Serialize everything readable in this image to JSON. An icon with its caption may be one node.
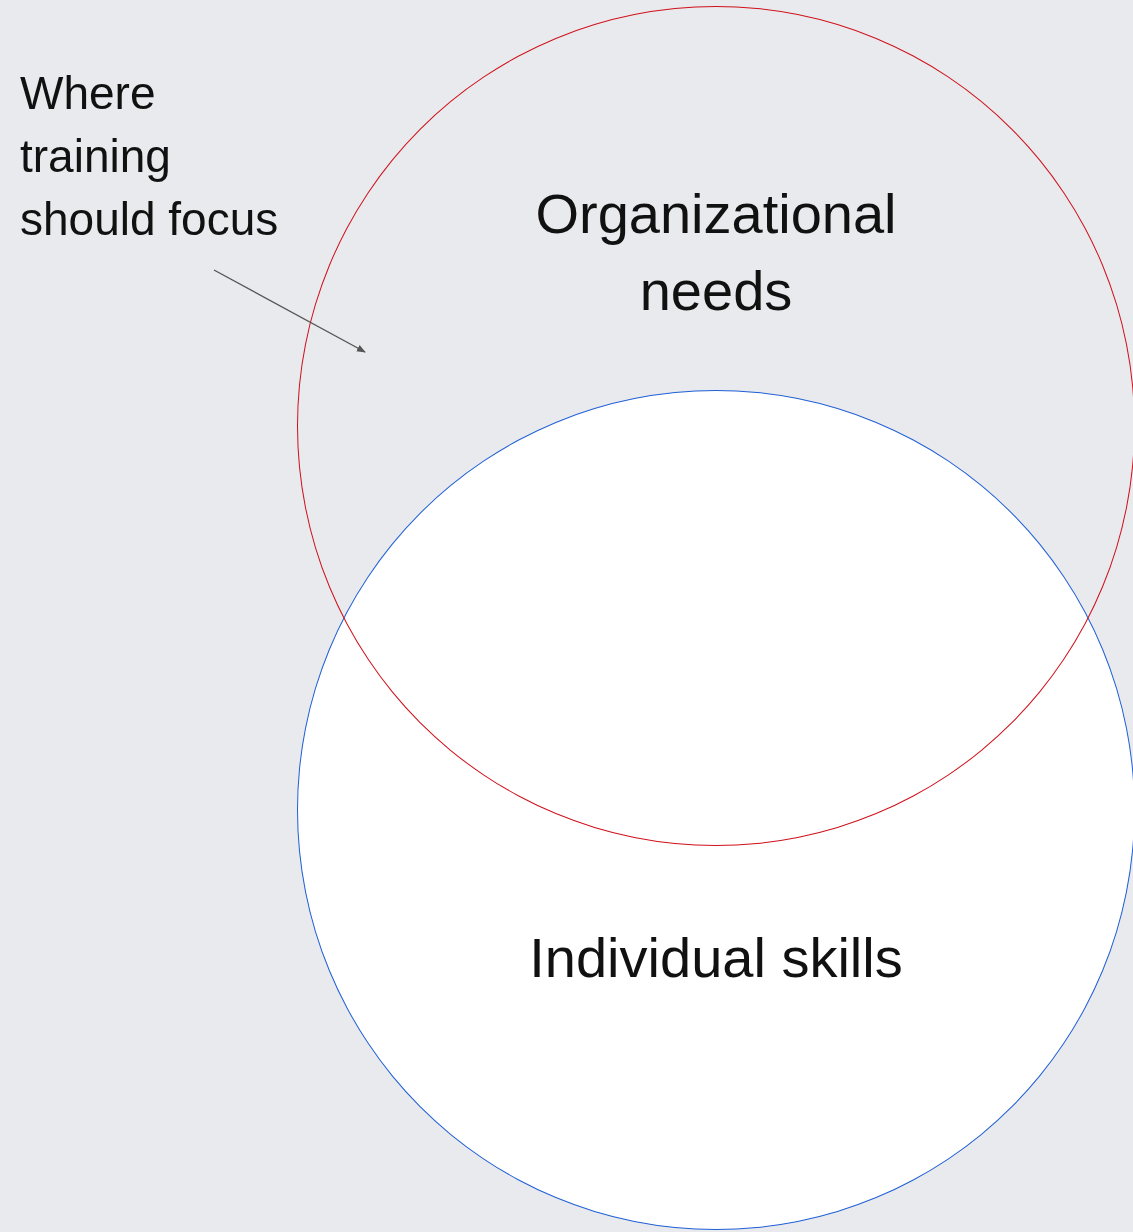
{
  "diagram": {
    "nodes": [
      {
        "text": [
          "Where training should focus"
        ]
      },
      {
        "text": [
          "Organizational needs"
        ]
      },
      {
        "text": [
          "Individual skills"
        ]
      }
    ],
    "edges": [
      {
        "from": 0,
        "to": 1,
        "arrow": "to"
      }
    ]
  }
}
